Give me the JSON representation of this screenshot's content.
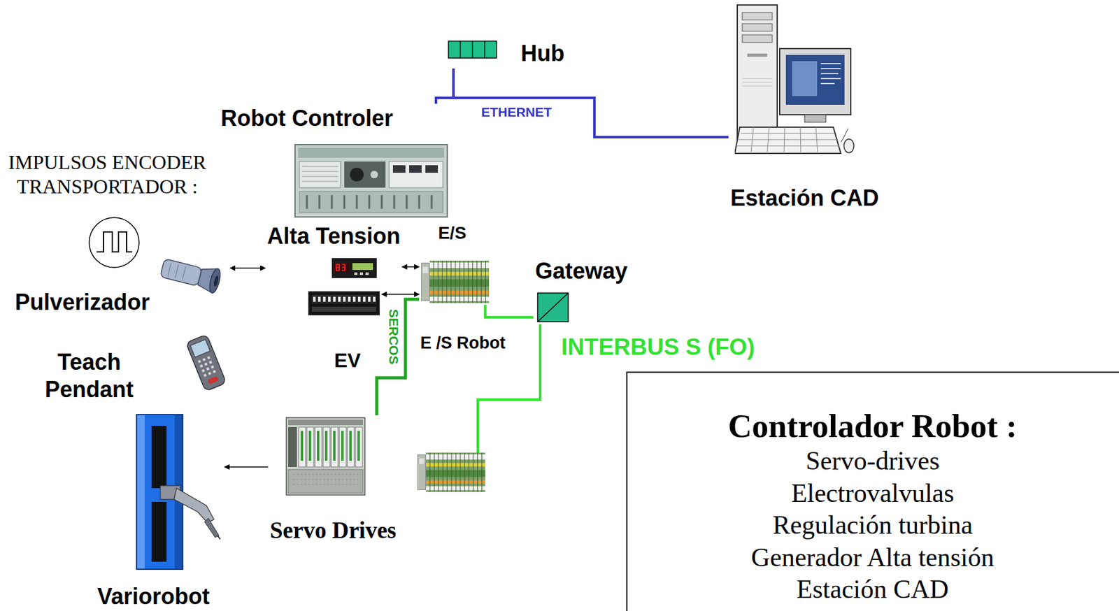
{
  "diagram": {
    "nodes": [
      {
        "text": [
          "Hub"
        ]
      },
      {
        "text": [
          "Robot Controler"
        ]
      },
      {
        "text": [
          "Estación CAD"
        ]
      },
      {
        "text": [
          "Pulverizador"
        ]
      },
      {
        "text": [
          "Alta Tension"
        ]
      },
      {
        "text": [
          "E/S"
        ]
      },
      {
        "text": [
          "EV"
        ]
      },
      {
        "text": [
          "Gateway"
        ]
      },
      {
        "text": [
          "Teach Pendant"
        ]
      },
      {
        "text": [
          "Variorobot"
        ]
      },
      {
        "text": [
          "Servo Drives"
        ]
      },
      {
        "text": [
          "Controlador Robot :",
          "Servo-drives",
          "Electrovalvulas",
          "Regulación turbina",
          "Generador Alta tensión",
          "Estación CAD"
        ]
      }
    ],
    "edges": [
      {
        "from": 1,
        "to": 0,
        "arrow": "none"
      },
      {
        "from": 1,
        "to": 2,
        "label": "ETHERNET",
        "arrow": "none"
      },
      {
        "from": 3,
        "to": 4,
        "arrow": "both"
      },
      {
        "from": 4,
        "to": 5,
        "arrow": "both"
      },
      {
        "from": 6,
        "to": 5,
        "arrow": "both"
      },
      {
        "from": 5,
        "to": 7,
        "arrow": "none"
      },
      {
        "from": 5,
        "to": 10,
        "label": "SERCOS",
        "arrow": "none"
      },
      {
        "from": 10,
        "to": 9,
        "arrow": "to"
      }
    ],
    "labels": [
      "IMPULSOS ENCODER TRANSPORTADOR :",
      "E /S Robot",
      "INTERBUS S (FO)"
    ]
  }
}
